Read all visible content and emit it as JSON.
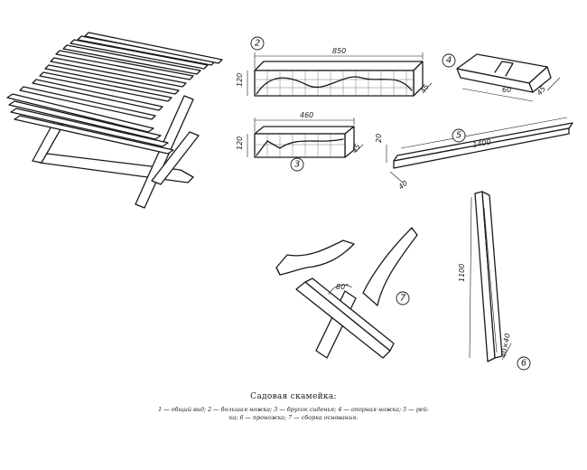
{
  "caption": {
    "title": "Садовая скамейка:",
    "legend_line1": "1 — общий вид; 2 — большая ножка; 3 — брусок сиденья; 4 — опорная ножка; 5 — рей-",
    "legend_line2": "ка; 6 — проножка; 7 — сборка основания."
  },
  "labels": {
    "part2": "2",
    "part3": "3",
    "part4": "4",
    "part5": "5",
    "part6": "6",
    "part7": "7"
  },
  "dimensions": {
    "d850": "850",
    "d120a": "120",
    "d45a": "45",
    "d460": "460",
    "d120b": "120",
    "d45b": "45",
    "d60": "60",
    "d45c": "45",
    "d20": "20",
    "d1400": "1400",
    "d40": "40",
    "d1100": "1100",
    "d40x40": "40×40",
    "angle": "80°"
  }
}
